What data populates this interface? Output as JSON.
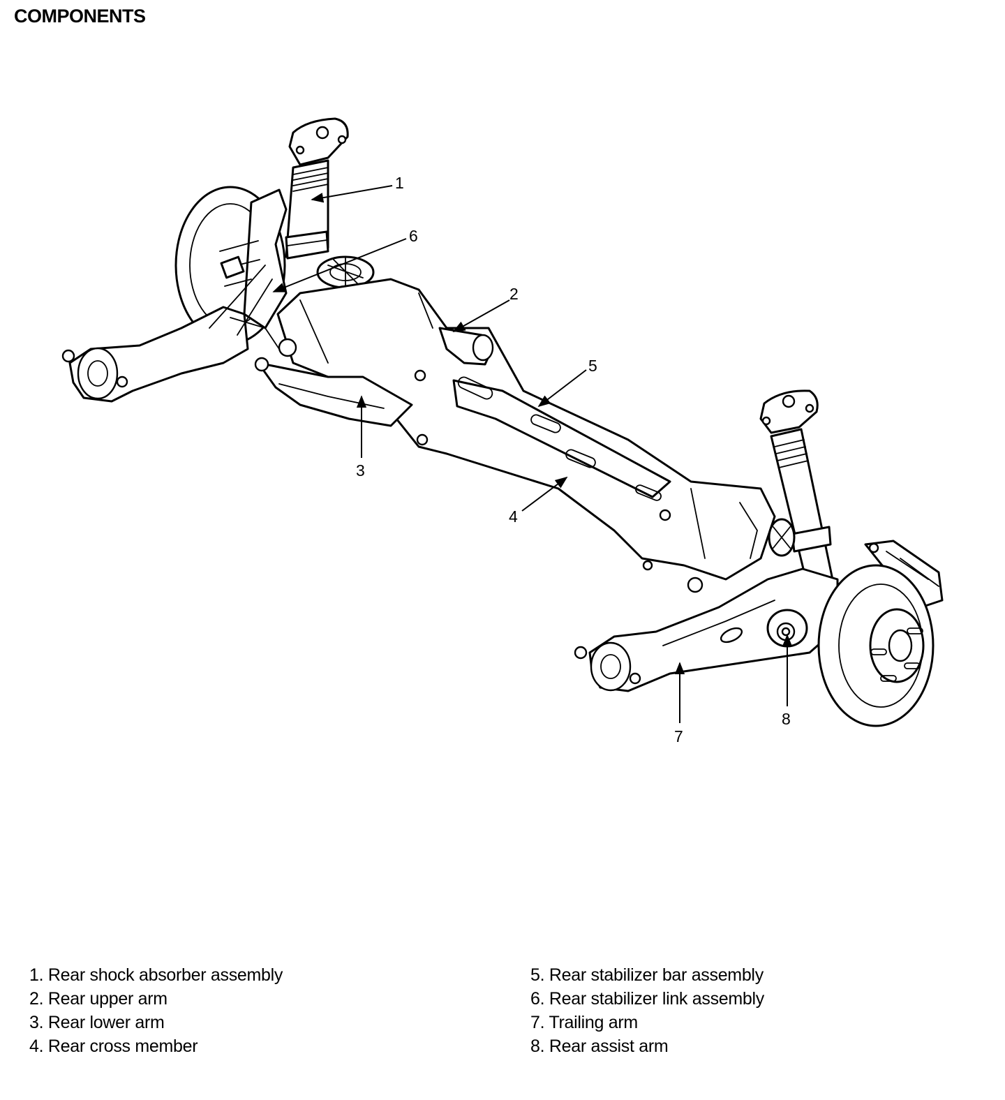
{
  "title": "COMPONENTS",
  "callouts": [
    "1",
    "2",
    "3",
    "4",
    "5",
    "6",
    "7",
    "8"
  ],
  "legend_left": [
    "1. Rear shock absorber assembly",
    "2. Rear upper arm",
    "3. Rear lower arm",
    "4. Rear cross member"
  ],
  "legend_right": [
    "5. Rear stabilizer bar assembly",
    "6. Rear stabilizer link assembly",
    "7. Trailing arm",
    "8. Rear assist arm"
  ]
}
